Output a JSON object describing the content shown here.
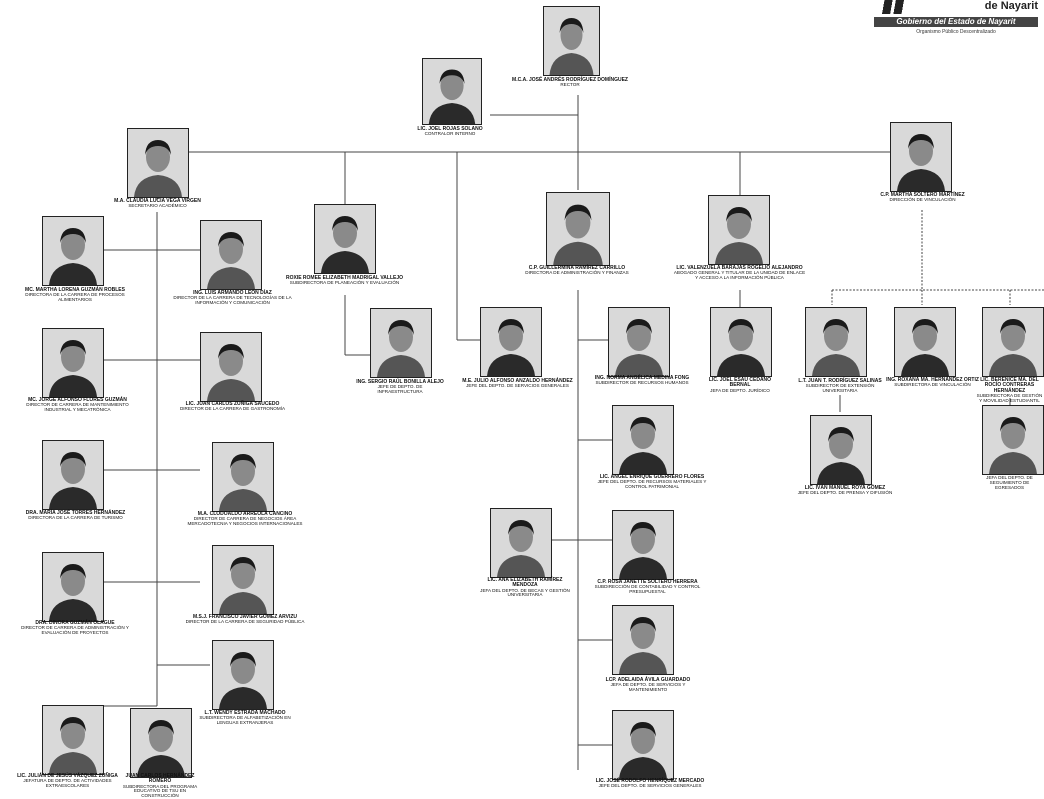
{
  "logo": {
    "line1": "de Nayarit",
    "line2": "Gobierno del Estado de Nayarit",
    "line3": "Organismo Público Descentralizado"
  },
  "people": [
    {
      "id": "rector",
      "name": "M.C.A. JOSÉ ANDRÉS RODRÍGUEZ DOMÍNGUEZ",
      "role": "RECTOR"
    },
    {
      "id": "contralor",
      "name": "LIC. JOEL ROJAS SOLANO",
      "role": "CONTRALOR INTERNO"
    },
    {
      "id": "sec_acad",
      "name": "M.A. CLAUDIA LUCIA VEGA VIRGEN",
      "role": "SECRETARIO ACADÉMICO"
    },
    {
      "id": "dir_vinc",
      "name": "C.P. MARTHA SOLTERO MARTÍNEZ",
      "role": "DIRECCIÓN DE VINCULACIÓN"
    },
    {
      "id": "dir_admin",
      "name": "C.P. GUILLERMINA RAMÍREZ CARRILLO",
      "role": "DIRECTORA DE ADMINISTRACIÓN Y FINANZAS"
    },
    {
      "id": "planeacion",
      "name": "ROXIE ROMEE ELIZABETH MADRIGAL VALLEJO",
      "role": "SUBDIRECTORA DE PLANEACIÓN Y EVALUACIÓN"
    },
    {
      "id": "abogado",
      "name": "LIC. VALENZUELA BARAJAS ROGELIO ALEJANDRO",
      "role": "ABOGADO GENERAL Y TITULAR DE LA UNIDAD DE ENLACE Y ACCESO A LA INFORMACIÓN PÚBLICA"
    },
    {
      "id": "martha",
      "name": "MC. MARTHA LORENA GUZMÁN ROBLES",
      "role": "DIRECTORA DE LA CARRERA DE PROCESOS ALIMENTARIOS"
    },
    {
      "id": "luis",
      "name": "ING. LUIS ARMANDO LEÓN DÍAZ",
      "role": "DIRECTOR DE LA CARRERA DE TECNOLOGÍAS DE LA INFORMACIÓN Y COMUNICACIÓN"
    },
    {
      "id": "jorge",
      "name": "MC. JORGE ALFONSO FLORES GUZMÁN",
      "role": "DIRECTOR DE CARRERA DE MANTENIMIENTO INDUSTRIAL Y MECATRÓNICA"
    },
    {
      "id": "juanc",
      "name": "LIC. JUAN CARLOS ZUÑIGA SAUCEDO",
      "role": "DIRECTOR DE LA CARRERA DE GASTRONOMÍA"
    },
    {
      "id": "mariajose",
      "name": "DRA. MARÍA JOSÉ TORRES HERNÁNDEZ",
      "role": "DIRECTORA DE LA CARRERA DE TURISMO"
    },
    {
      "id": "clodoaldo",
      "name": "M.A. CLODOALDO ARREOLA CANCINO",
      "role": "DIRECTOR DE CARRERA DE NEGOCIOS ÁREA MERCADOTECNIA Y NEGOCIOS INTERNACIONALES"
    },
    {
      "id": "dinora",
      "name": "DRA. DINORA GUZMÁN OLAGUE",
      "role": "DIRECTOR DE CARRERA DE ADMINISTRACIÓN Y EVALUACIÓN DE PROYECTOS"
    },
    {
      "id": "francisco",
      "name": "M.S.J. FRANCISCO JAVIER GÓMEZ ARVIZU",
      "role": "DIRECTOR DE LA CARRERA DE SEGURIDAD PÚBLICA"
    },
    {
      "id": "wendy",
      "name": "L.T. WENDY ESTRADA MACHADO",
      "role": "SUBDIRECTORA DE ALFABETIZACIÓN EN LENGUAS EXTRANJERAS"
    },
    {
      "id": "julian",
      "name": "LIC. JULIÁN DE JESÚS VÁZQUEZ ZUÑIGA",
      "role": "JEFATURA DE DEPTO. DE ACTIVIDADES EXTRAESCOLARES"
    },
    {
      "id": "juanromero",
      "name": "JUAN CARLOS HERNÁNDEZ ROMERO",
      "role": "SUBDIRECTORA DEL PROGRAMA EDUCATIVO DE TSU EN CONSTRUCCIÓN"
    },
    {
      "id": "sergio",
      "name": "ING. SERGIO RAÚL BONILLA ALEJO",
      "role": "JEFE DE DEPTO. DE INFRAESTRUCTURA"
    },
    {
      "id": "julio",
      "name": "M.E. JULIO ALFONSO ANZALDO HERNÁNDEZ",
      "role": "JEFE DEL DEPTO. DE SERVICIOS GENERALES"
    },
    {
      "id": "norma",
      "name": "ING. NORMA ANGÉLICA MEDINA FONG",
      "role": "SUBDIRECTOR DE RECURSOS HUMANOS"
    },
    {
      "id": "joel",
      "name": "LIC. JOEL ESAU CEDANO BERNAL",
      "role": "JEFA DE DEPTO. JURÍDICO"
    },
    {
      "id": "juanrodriguez",
      "name": "L.T. JUAN T. RODRÍGUEZ SALINAS",
      "role": "SUBDIRECTOR DE EXTENSIÓN UNIVERSITARIA"
    },
    {
      "id": "roxana",
      "name": "ING. ROXANA MA. HERNÁNDEZ ORTIZ",
      "role": "SUBDIRECTORA DE VINCULACIÓN"
    },
    {
      "id": "berenice",
      "name": "LIC. BERENICE MA. DEL ROCÍO CONTRERAS HERNÁNDEZ",
      "role": "SUBDIRECTORA DE GESTIÓN Y MOVILIDAD ESTUDIANTIL"
    },
    {
      "id": "ivan",
      "name": "LIC. IVÁN MANUEL ROYA GÓMEZ",
      "role": "JEFE DEL DEPTO. DE PRENSA Y DIFUSIÓN"
    },
    {
      "id": "jefa_egresados",
      "name": "",
      "role": "JEFA DEL DEPTO. DE SEGUIMIENTO DE EGRESADOS"
    },
    {
      "id": "angel",
      "name": "LIC. ÁNGEL ENRIQUE GUERRERO FLORES",
      "role": "JEFE DEL DEPTO. DE RECURSOS MATERIALES Y CONTROL PATRIMONIAL"
    },
    {
      "id": "ana",
      "name": "LIC. ANA ELIZABETH RAMÍREZ MENDOZA",
      "role": "JEFA DEL DEPTO. DE BECAS Y GESTIÓN UNIVERSITARIA"
    },
    {
      "id": "rosa",
      "name": "C.P. ROSA JANETTE SOLTERO HERRERA",
      "role": "SUBDIRECCIÓN DE CONTABILIDAD Y CONTROL PRESUPUESTAL"
    },
    {
      "id": "adelaida",
      "name": "LCP. ADELAIDA ÁVILA GUARDADO",
      "role": "JEFA DE DEPTO. DE SERVICIOS Y MANTENIMIENTO"
    },
    {
      "id": "jose",
      "name": "LIC. JOSÉ RODOLFO HENRÍQUEZ MERCADO",
      "role": "JEFE DEL DEPTO. DE SERVICIOS GENERALES"
    }
  ]
}
